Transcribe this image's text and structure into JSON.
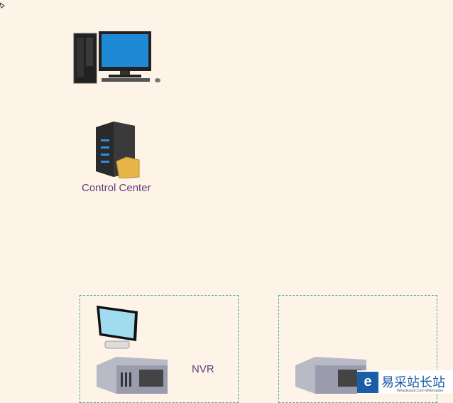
{
  "nodes": {
    "control_center": "Control Center",
    "nvr": "NVR"
  },
  "watermark": {
    "text": "易采站长站",
    "sub": "Www.Easck.Com Webmaster"
  }
}
